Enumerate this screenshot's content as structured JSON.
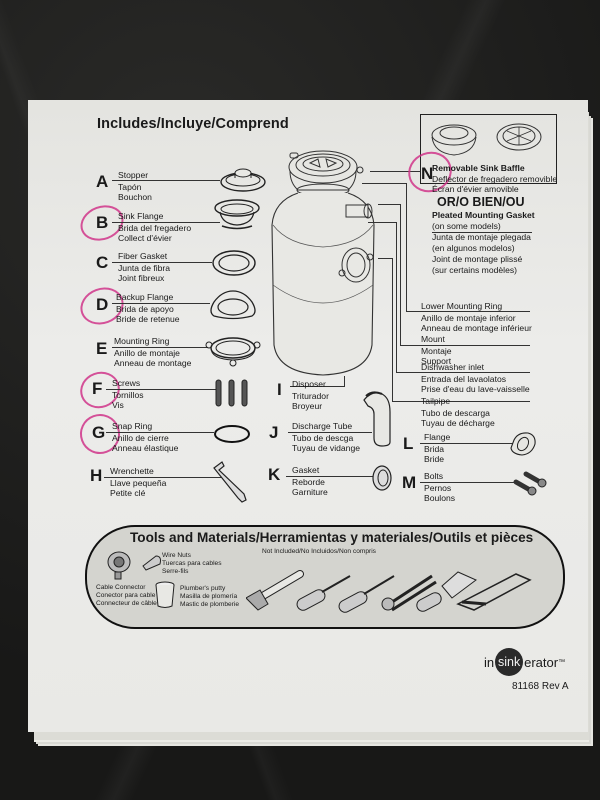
{
  "document": {
    "title": "Includes/Incluye/Comprend",
    "parts": [
      {
        "letter": "A",
        "en": "Stopper",
        "es": "Tapón",
        "fr": "Bouchon",
        "circled": false
      },
      {
        "letter": "B",
        "en": "Sink Flange",
        "es": "Brida del fregadero",
        "fr": "Collect d'évier",
        "circled": true
      },
      {
        "letter": "C",
        "en": "Fiber Gasket",
        "es": "Junta de fibra",
        "fr": "Joint fibreux",
        "circled": false
      },
      {
        "letter": "D",
        "en": "Backup Flange",
        "es": "Brida de apoyo",
        "fr": "Bride de retenue",
        "circled": true
      },
      {
        "letter": "E",
        "en": "Mounting Ring",
        "es": "Anillo de montaje",
        "fr": "Anneau de montage",
        "circled": false
      },
      {
        "letter": "F",
        "en": "Screws",
        "es": "Tornillos",
        "fr": "Vis",
        "circled": true
      },
      {
        "letter": "G",
        "en": "Snap Ring",
        "es": "Anillo de cierre",
        "fr": "Anneau élastique",
        "circled": true
      },
      {
        "letter": "H",
        "en": "Wrenchette",
        "es": "Llave pequeña",
        "fr": "Petite clé",
        "circled": false
      },
      {
        "letter": "I",
        "en": "Disposer",
        "es": "Triturador",
        "fr": "Broyeur",
        "circled": false
      },
      {
        "letter": "J",
        "en": "Discharge Tube",
        "es": "Tubo de descga",
        "fr": "Tuyau de vidange",
        "circled": false
      },
      {
        "letter": "K",
        "en": "Gasket",
        "es": "Reborde",
        "fr": "Garniture",
        "circled": false
      },
      {
        "letter": "L",
        "en": "Flange",
        "es": "Brida",
        "fr": "Bride",
        "circled": false
      },
      {
        "letter": "M",
        "en": "Bolts",
        "es": "Pernos",
        "fr": "Boulons",
        "circled": false
      }
    ],
    "part_n": {
      "letter": "N",
      "en": "Removable Sink Baffle",
      "es": "Deflector de fregadero removible",
      "fr": "Écran d'évier amovible",
      "or": "OR/O BIEN/OU",
      "alt_en": "Pleated Mounting Gasket",
      "alt_en_note": "(on some models)",
      "alt_es": "Junta de montaje plegada",
      "alt_es_note": "(en algunos modelos)",
      "alt_fr": "Joint de montage plissé",
      "alt_fr_note": "(sur certains modèles)",
      "circled": true
    },
    "disposer_callouts": [
      {
        "en": "Lower Mounting Ring",
        "es": "Anillo de montaje inferior",
        "fr": "Anneau de montage inférieur"
      },
      {
        "en": "Mount",
        "es": "Montaje",
        "fr": "Support"
      },
      {
        "en": "Dishwasher inlet",
        "es": "Entrada del lavaolatos",
        "fr": "Prise d'eau du lave-vaisselle"
      },
      {
        "en": "Tailpipe",
        "es": "Tubo de descarga",
        "fr": "Tuyau de décharge"
      }
    ],
    "tools": {
      "title": "Tools and Materials/Herramientas y materiales/Outils et pièces",
      "note": "Not Included/No Incluidos/Non compris",
      "wire_nuts": [
        "Wire Nuts",
        "Tuercas para cables",
        "Serre-fils"
      ],
      "cable_connector": [
        "Cable Connector",
        "Conector para cable",
        "Connecteur de câble"
      ],
      "putty": [
        "Plumber's putty",
        "Masilla de plomería",
        "Mastic de plomberie"
      ],
      "icons": [
        "hammer-icon",
        "flat-screwdriver-icon",
        "phillips-screwdriver-icon",
        "pliers-icon",
        "putty-knife-icon",
        "hacksaw-icon"
      ]
    },
    "brand": {
      "prefix": "in",
      "circle": "sink",
      "suffix": "erator",
      "tm": "™"
    },
    "doc_number": "81168 Rev A",
    "annotation_color": "#d0358a"
  }
}
